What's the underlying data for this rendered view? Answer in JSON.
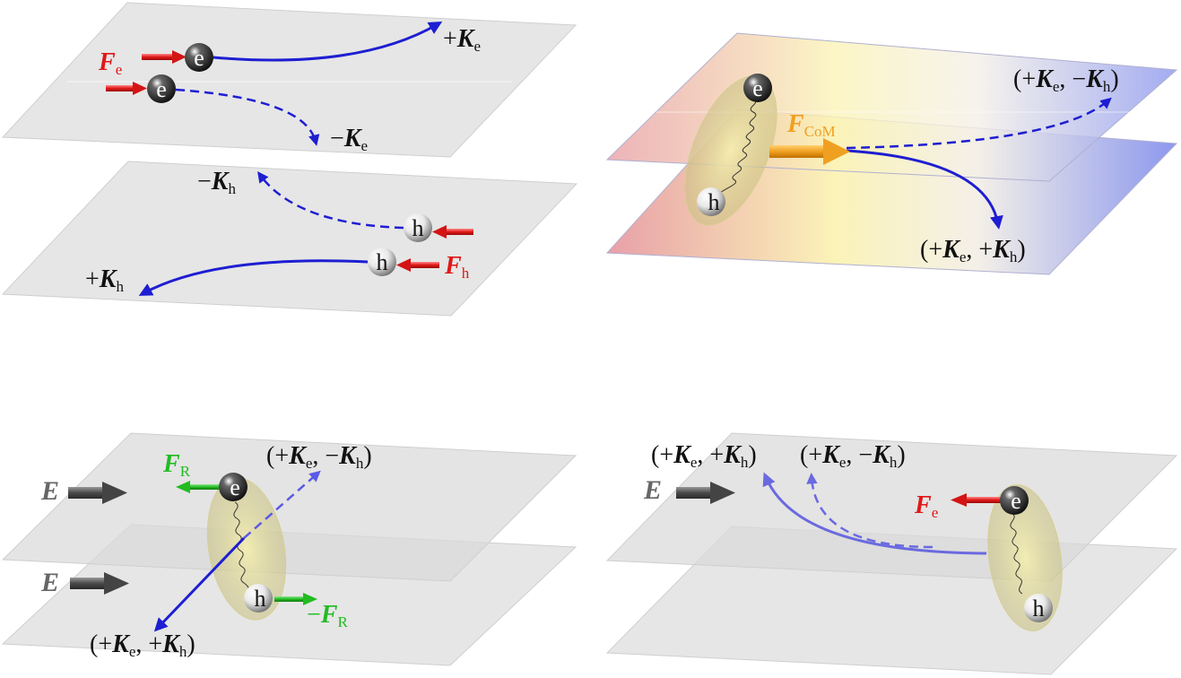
{
  "particles": {
    "electron": "e",
    "hole": "h"
  },
  "panel_a": {
    "force_e": {
      "sym": "F",
      "sub": "e"
    },
    "force_h": {
      "sym": "F",
      "sub": "h"
    },
    "valley_pe": {
      "sign": "+",
      "sym": "K",
      "sub": "e"
    },
    "valley_me": {
      "sign": "−",
      "sym": "K",
      "sub": "e"
    },
    "valley_mh": {
      "sign": "−",
      "sym": "K",
      "sub": "h"
    },
    "valley_ph": {
      "sign": "+",
      "sym": "K",
      "sub": "h"
    }
  },
  "panel_b": {
    "force_com": {
      "sym": "F",
      "sub": "CoM"
    },
    "valley_top": {
      "open": "(+",
      "k1": "K",
      "s1": "e",
      "mid": ", −",
      "k2": "K",
      "s2": "h",
      "close": ")"
    },
    "valley_bot": {
      "open": "(+",
      "k1": "K",
      "s1": "e",
      "mid": ", +",
      "k2": "K",
      "s2": "h",
      "close": ")"
    }
  },
  "panel_c": {
    "field_top": "E",
    "field_bot": "E",
    "force_r": {
      "sym": "F",
      "sub": "R"
    },
    "force_mr": {
      "sign": "−",
      "sym": "F",
      "sub": "R"
    },
    "valley_top": {
      "open": "(+",
      "k1": "K",
      "s1": "e",
      "mid": ", −",
      "k2": "K",
      "s2": "h",
      "close": ")"
    },
    "valley_bot": {
      "open": "(+",
      "k1": "K",
      "s1": "e",
      "mid": ", +",
      "k2": "K",
      "s2": "h",
      "close": ")"
    }
  },
  "panel_d": {
    "field": "E",
    "force_e": {
      "sym": "F",
      "sub": "e"
    },
    "valley_left": {
      "open": "(+",
      "k1": "K",
      "s1": "e",
      "mid": ", +",
      "k2": "K",
      "s2": "h",
      "close": ")"
    },
    "valley_right": {
      "open": "(+",
      "k1": "K",
      "s1": "e",
      "mid": ", −",
      "k2": "K",
      "s2": "h",
      "close": ")"
    }
  },
  "colors": {
    "plane_fill": "#e6e6e6",
    "plane_edge": "#c8c8c8",
    "trajectory": "#1e1ed2",
    "trajectory_light": "#6a6ae0",
    "force_red": "#e01818",
    "force_green": "#22bb22",
    "force_orange": "#f0a020",
    "field_gray": "#666666",
    "label_dark": "#111111"
  }
}
